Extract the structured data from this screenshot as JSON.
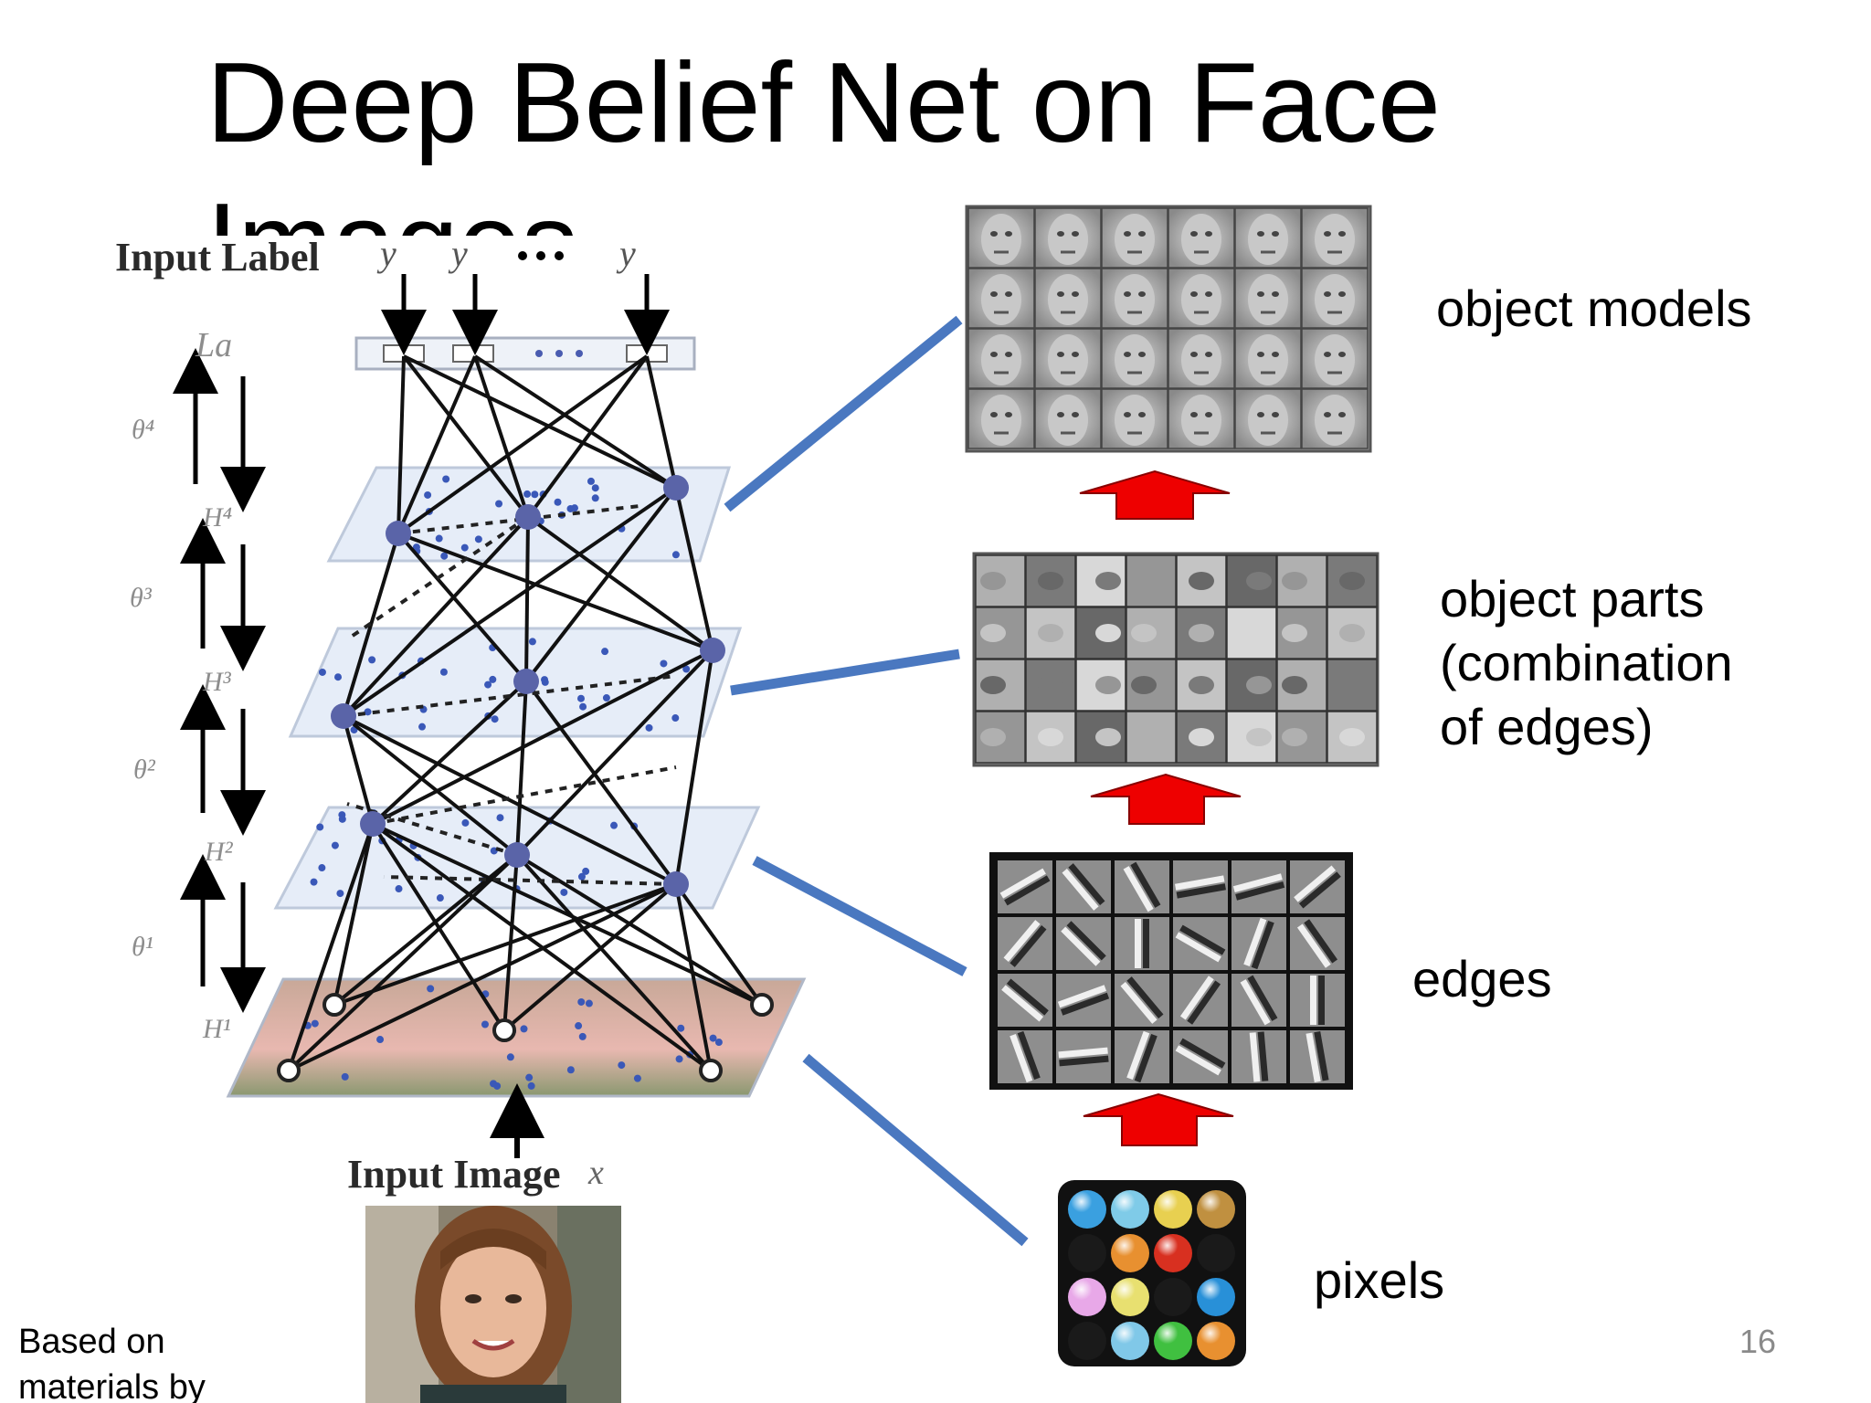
{
  "slide": {
    "title": "Deep Belief Net on Face Images",
    "page_number": "16",
    "credit": [
      "Based on",
      "materials  by"
    ]
  },
  "network": {
    "input_label": "Input Label",
    "input_image_label": "Input Image",
    "input_image_var": "x",
    "top_layer_label": "La",
    "output_units": [
      "y",
      "y",
      "y"
    ],
    "layer_labels": [
      "H⁴",
      "H³",
      "H²",
      "H¹"
    ],
    "weight_labels": [
      "θ⁴",
      "θ³",
      "θ²",
      "θ¹"
    ]
  },
  "hierarchy": {
    "levels": [
      {
        "label_lines": [
          "object models"
        ]
      },
      {
        "label_lines": [
          "object parts",
          "(combination",
          "of edges)"
        ]
      },
      {
        "label_lines": [
          "edges"
        ]
      },
      {
        "label_lines": [
          "pixels"
        ]
      }
    ]
  },
  "colors": {
    "connector_blue": "#4a78c0",
    "up_arrow_red": "#ee0000",
    "plane_fill": "#e4ecf8",
    "node_blue": "#5a64a8"
  },
  "pixel_colors": [
    "#3aa0e0",
    "#7fcbe8",
    "#e8d050",
    "#c09040",
    "#1a1a1a",
    "#e89030",
    "#d83020",
    "#1a1a1a",
    "#e8a8e8",
    "#e8e070",
    "#1a1a1a",
    "#2890d8",
    "#1a1a1a",
    "#80c8e8",
    "#40c040",
    "#e89030"
  ]
}
